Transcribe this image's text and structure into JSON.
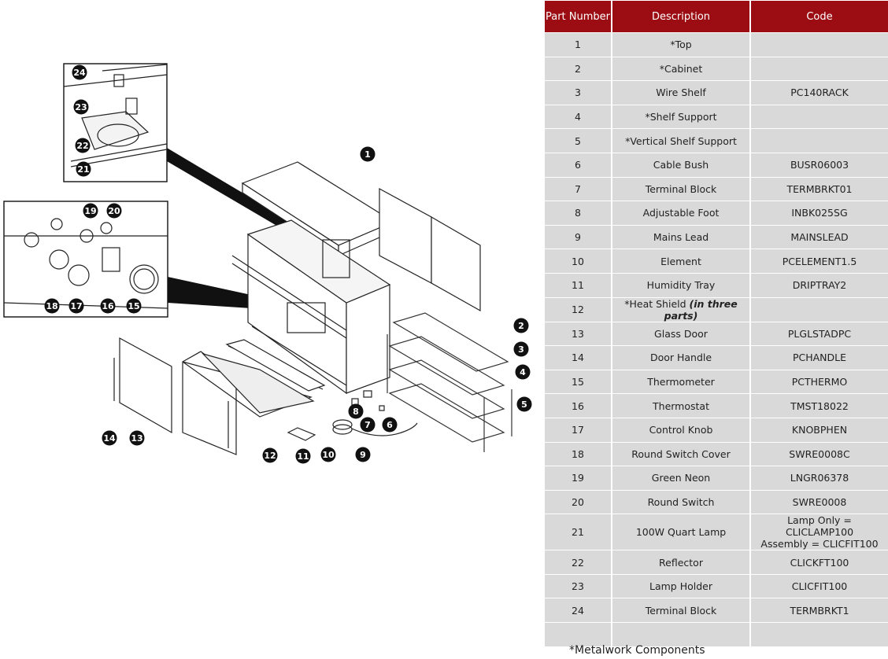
{
  "table": {
    "headers": [
      "Part Number",
      "Description",
      "Code"
    ],
    "rows": [
      {
        "num": "1",
        "desc": "*Top",
        "code": ""
      },
      {
        "num": "2",
        "desc": "*Cabinet",
        "code": ""
      },
      {
        "num": "3",
        "desc": "Wire Shelf",
        "code": "PC140RACK"
      },
      {
        "num": "4",
        "desc": "*Shelf Support",
        "code": ""
      },
      {
        "num": "5",
        "desc": "*Vertical Shelf Support",
        "code": ""
      },
      {
        "num": "6",
        "desc": "Cable Bush",
        "code": "BUSR06003"
      },
      {
        "num": "7",
        "desc": "Terminal Block",
        "code": "TERMBRKT01"
      },
      {
        "num": "8",
        "desc": "Adjustable Foot",
        "code": "INBK025SG"
      },
      {
        "num": "9",
        "desc": "Mains Lead",
        "code": "MAINSLEAD"
      },
      {
        "num": "10",
        "desc": "Element",
        "code": "PCELEMENT1.5"
      },
      {
        "num": "11",
        "desc": "Humidity Tray",
        "code": "DRIPTRAY2"
      },
      {
        "num": "12",
        "desc": "*Heat Shield ",
        "desc_em": "(in three parts)",
        "code": ""
      },
      {
        "num": "13",
        "desc": "Glass Door",
        "code": "PLGLSTADPC"
      },
      {
        "num": "14",
        "desc": "Door Handle",
        "code": "PCHANDLE"
      },
      {
        "num": "15",
        "desc": "Thermometer",
        "code": "PCTHERMO"
      },
      {
        "num": "16",
        "desc": "Thermostat",
        "code": "TMST18022"
      },
      {
        "num": "17",
        "desc": "Control Knob",
        "code": "KNOBPHEN"
      },
      {
        "num": "18",
        "desc": "Round Switch Cover",
        "code": "SWRE0008C"
      },
      {
        "num": "19",
        "desc": "Green Neon",
        "code": "LNGR06378"
      },
      {
        "num": "20",
        "desc": "Round Switch",
        "code": "SWRE0008"
      },
      {
        "num": "21",
        "desc": "100W Quart Lamp",
        "code": "Lamp Only = CLICLAMP100",
        "code2": "Assembly = CLICFIT100"
      },
      {
        "num": "22",
        "desc": "Reflector",
        "code": "CLICKFT100"
      },
      {
        "num": "23",
        "desc": "Lamp Holder",
        "code": "CLICFIT100"
      },
      {
        "num": "24",
        "desc": "Terminal Block",
        "code": "TERMBRKT1"
      },
      {
        "num": "",
        "desc": "",
        "code": ""
      }
    ]
  },
  "footnote": "*Metalwork Components",
  "callouts": [
    "1",
    "2",
    "3",
    "4",
    "5",
    "6",
    "7",
    "8",
    "9",
    "10",
    "11",
    "12",
    "13",
    "14",
    "15",
    "16",
    "17",
    "18",
    "19",
    "20",
    "21",
    "22",
    "23",
    "24"
  ]
}
